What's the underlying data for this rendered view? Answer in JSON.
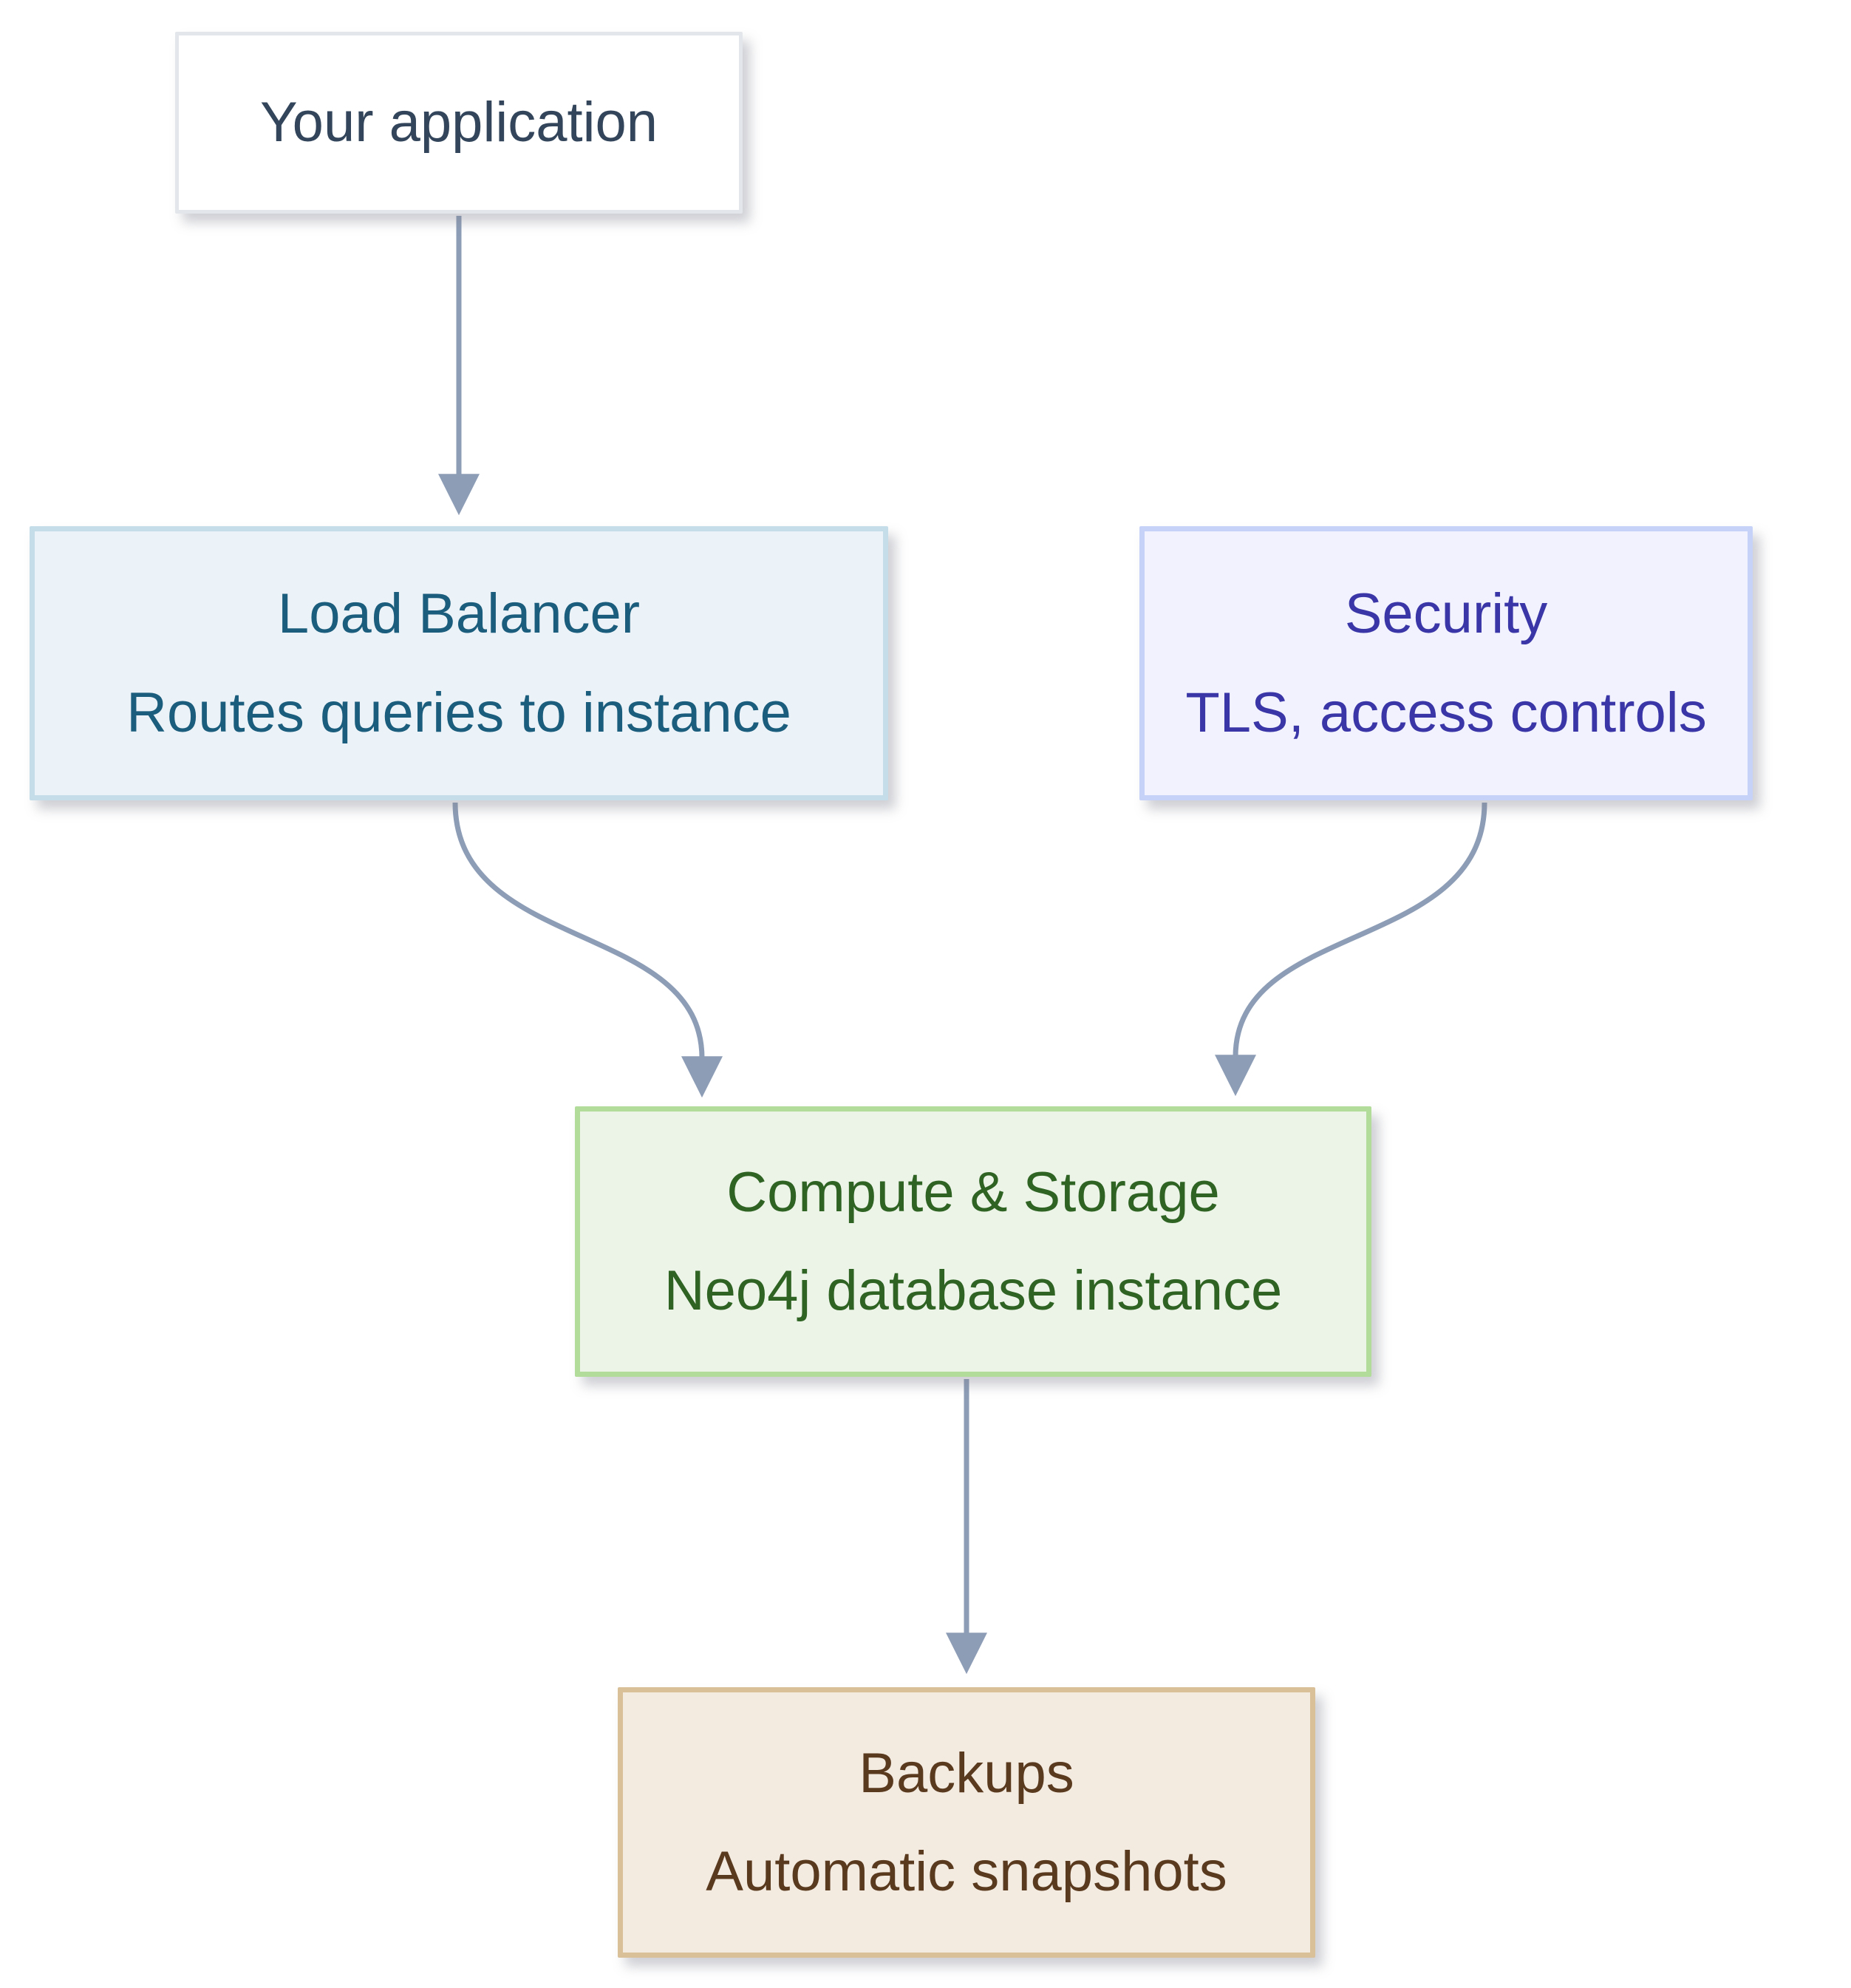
{
  "diagram": {
    "background_color": "#ffffff",
    "arrow_color": "#8d9db6",
    "nodes": [
      {
        "id": "your-application",
        "title": "Your application",
        "subtitle": "",
        "bg": "#ffffff",
        "border": "#e3e6ea",
        "text_color": "#32455a"
      },
      {
        "id": "load-balancer",
        "title": "Load Balancer",
        "subtitle": "Routes queries to instance",
        "bg": "#ecf3f8",
        "border": "#c5dde9",
        "text_color": "#1b5d7c"
      },
      {
        "id": "security",
        "title": "Security",
        "subtitle": "TLS, access controls",
        "bg": "#f1f2fd",
        "border": "#c7d2f8",
        "text_color": "#3a36a8"
      },
      {
        "id": "compute-storage",
        "title": "Compute & Storage",
        "subtitle": "Neo4j database instance",
        "bg": "#ecf4e7",
        "border": "#b2dc9a",
        "text_color": "#2e6323"
      },
      {
        "id": "backups",
        "title": "Backups",
        "subtitle": "Automatic snapshots",
        "bg": "#f4ebe0",
        "border": "#d9c099",
        "text_color": "#5a3a1f"
      }
    ],
    "edges": [
      {
        "from": "your-application",
        "to": "load-balancer"
      },
      {
        "from": "load-balancer",
        "to": "compute-storage"
      },
      {
        "from": "security",
        "to": "compute-storage"
      },
      {
        "from": "compute-storage",
        "to": "backups"
      }
    ]
  }
}
